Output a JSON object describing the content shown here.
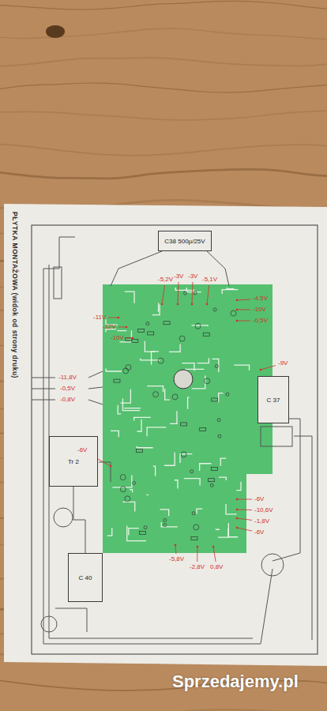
{
  "diagram": {
    "title": "PŁYTKA MONTAŻOWA (widok od strony druku)",
    "nodes": [
      {
        "text": [
          "C38 500µ/25V"
        ]
      },
      {
        "text": [
          "Tr 2"
        ]
      },
      {
        "text": [
          "C 37"
        ]
      },
      {
        "text": [
          "C 40"
        ]
      }
    ],
    "edges": [
      {
        "from": 1,
        "to": 3,
        "arrow": "none"
      }
    ],
    "labels": [
      "-5,2V",
      "-3V",
      "-3V",
      "-5,1V",
      "-11V",
      "-12V",
      "-10V",
      "-4,5V",
      "-10V",
      "-0,5V",
      "-9V",
      "-11,8V",
      "-0,5V",
      "-0,8V",
      "-6V",
      "-6V",
      "-10,6V",
      "-1,8V",
      "-6V",
      "-5,8V",
      "-2,8V",
      "0,8V",
      "Sprzedajemy.pl"
    ]
  }
}
